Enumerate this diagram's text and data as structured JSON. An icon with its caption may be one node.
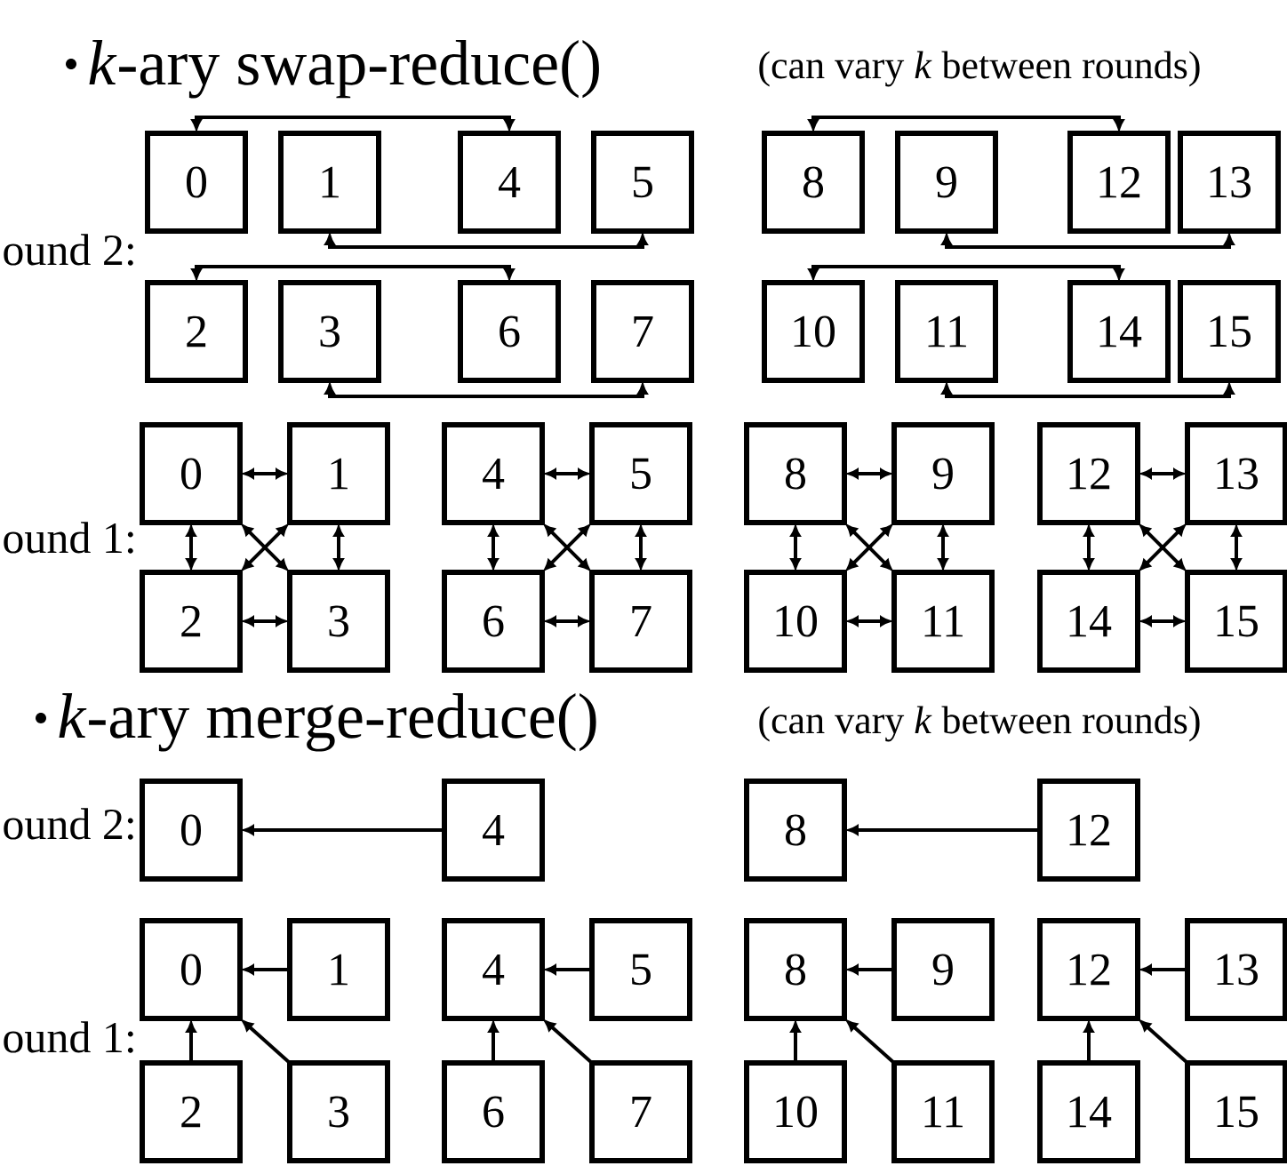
{
  "diagram": {
    "nodes": [
      {
        "text": [
          "0"
        ]
      },
      {
        "text": [
          "1"
        ]
      },
      {
        "text": [
          "4"
        ]
      },
      {
        "text": [
          "5"
        ]
      },
      {
        "text": [
          "8"
        ]
      },
      {
        "text": [
          "9"
        ]
      },
      {
        "text": [
          "12"
        ]
      },
      {
        "text": [
          "13"
        ]
      },
      {
        "text": [
          "2"
        ]
      },
      {
        "text": [
          "3"
        ]
      },
      {
        "text": [
          "6"
        ]
      },
      {
        "text": [
          "7"
        ]
      },
      {
        "text": [
          "10"
        ]
      },
      {
        "text": [
          "11"
        ]
      },
      {
        "text": [
          "14"
        ]
      },
      {
        "text": [
          "15"
        ]
      },
      {
        "text": [
          "0"
        ]
      },
      {
        "text": [
          "1"
        ]
      },
      {
        "text": [
          "4"
        ]
      },
      {
        "text": [
          "5"
        ]
      },
      {
        "text": [
          "8"
        ]
      },
      {
        "text": [
          "9"
        ]
      },
      {
        "text": [
          "12"
        ]
      },
      {
        "text": [
          "13"
        ]
      },
      {
        "text": [
          "2"
        ]
      },
      {
        "text": [
          "3"
        ]
      },
      {
        "text": [
          "6"
        ]
      },
      {
        "text": [
          "7"
        ]
      },
      {
        "text": [
          "10"
        ]
      },
      {
        "text": [
          "11"
        ]
      },
      {
        "text": [
          "14"
        ]
      },
      {
        "text": [
          "15"
        ]
      },
      {
        "text": [
          "0"
        ]
      },
      {
        "text": [
          "4"
        ]
      },
      {
        "text": [
          "8"
        ]
      },
      {
        "text": [
          "12"
        ]
      },
      {
        "text": [
          "0"
        ]
      },
      {
        "text": [
          "1"
        ]
      },
      {
        "text": [
          "4"
        ]
      },
      {
        "text": [
          "5"
        ]
      },
      {
        "text": [
          "8"
        ]
      },
      {
        "text": [
          "9"
        ]
      },
      {
        "text": [
          "12"
        ]
      },
      {
        "text": [
          "13"
        ]
      },
      {
        "text": [
          "2"
        ]
      },
      {
        "text": [
          "3"
        ]
      },
      {
        "text": [
          "6"
        ]
      },
      {
        "text": [
          "7"
        ]
      },
      {
        "text": [
          "10"
        ]
      },
      {
        "text": [
          "11"
        ]
      },
      {
        "text": [
          "14"
        ]
      },
      {
        "text": [
          "15"
        ]
      }
    ],
    "edges": [
      {
        "from": 0,
        "to": 2,
        "arrow": "both"
      },
      {
        "from": 1,
        "to": 3,
        "arrow": "both"
      },
      {
        "from": 4,
        "to": 6,
        "arrow": "both"
      },
      {
        "from": 5,
        "to": 7,
        "arrow": "both"
      },
      {
        "from": 8,
        "to": 10,
        "arrow": "both"
      },
      {
        "from": 9,
        "to": 11,
        "arrow": "both"
      },
      {
        "from": 12,
        "to": 14,
        "arrow": "both"
      },
      {
        "from": 13,
        "to": 15,
        "arrow": "both"
      },
      {
        "from": 16,
        "to": 17,
        "arrow": "both"
      },
      {
        "from": 16,
        "to": 24,
        "arrow": "both"
      },
      {
        "from": 16,
        "to": 25,
        "arrow": "both"
      },
      {
        "from": 17,
        "to": 24,
        "arrow": "both"
      },
      {
        "from": 17,
        "to": 25,
        "arrow": "both"
      },
      {
        "from": 24,
        "to": 25,
        "arrow": "both"
      },
      {
        "from": 18,
        "to": 19,
        "arrow": "both"
      },
      {
        "from": 18,
        "to": 26,
        "arrow": "both"
      },
      {
        "from": 18,
        "to": 27,
        "arrow": "both"
      },
      {
        "from": 19,
        "to": 26,
        "arrow": "both"
      },
      {
        "from": 19,
        "to": 27,
        "arrow": "both"
      },
      {
        "from": 26,
        "to": 27,
        "arrow": "both"
      },
      {
        "from": 20,
        "to": 21,
        "arrow": "both"
      },
      {
        "from": 20,
        "to": 28,
        "arrow": "both"
      },
      {
        "from": 20,
        "to": 29,
        "arrow": "both"
      },
      {
        "from": 21,
        "to": 28,
        "arrow": "both"
      },
      {
        "from": 21,
        "to": 29,
        "arrow": "both"
      },
      {
        "from": 28,
        "to": 29,
        "arrow": "both"
      },
      {
        "from": 22,
        "to": 23,
        "arrow": "both"
      },
      {
        "from": 22,
        "to": 30,
        "arrow": "both"
      },
      {
        "from": 22,
        "to": 31,
        "arrow": "both"
      },
      {
        "from": 23,
        "to": 30,
        "arrow": "both"
      },
      {
        "from": 23,
        "to": 31,
        "arrow": "both"
      },
      {
        "from": 30,
        "to": 31,
        "arrow": "both"
      },
      {
        "from": 33,
        "to": 32,
        "arrow": "to"
      },
      {
        "from": 35,
        "to": 34,
        "arrow": "to"
      },
      {
        "from": 37,
        "to": 36,
        "arrow": "to"
      },
      {
        "from": 44,
        "to": 36,
        "arrow": "to"
      },
      {
        "from": 45,
        "to": 36,
        "arrow": "to"
      },
      {
        "from": 39,
        "to": 38,
        "arrow": "to"
      },
      {
        "from": 46,
        "to": 38,
        "arrow": "to"
      },
      {
        "from": 47,
        "to": 38,
        "arrow": "to"
      },
      {
        "from": 41,
        "to": 40,
        "arrow": "to"
      },
      {
        "from": 48,
        "to": 40,
        "arrow": "to"
      },
      {
        "from": 49,
        "to": 40,
        "arrow": "to"
      },
      {
        "from": 43,
        "to": 42,
        "arrow": "to"
      },
      {
        "from": 50,
        "to": 42,
        "arrow": "to"
      },
      {
        "from": 51,
        "to": 42,
        "arrow": "to"
      }
    ],
    "labels": [
      "*k*-ary swap-reduce()",
      "(can vary *k* between rounds)",
      "ound 2:",
      "ound 1:",
      "*k*-ary merge-reduce()",
      "(can vary *k* between rounds)",
      "ound 2:",
      "ound 1:"
    ]
  }
}
